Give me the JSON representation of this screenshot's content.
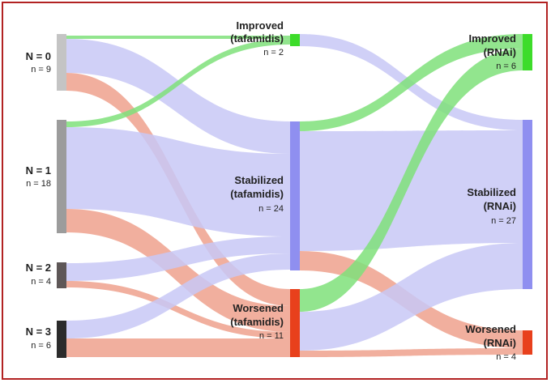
{
  "colors": {
    "improved": "#3ddc2a",
    "stabilized": "#8f8ff0",
    "worsened": "#e8401c",
    "flow_improved": "#7fe07a",
    "flow_stabilized": "#c8c8f6",
    "flow_worsened": "#ee9b86",
    "frame": "#b22222",
    "node_n0": "#c4c4c4",
    "node_n1": "#9c9c9c",
    "node_n2": "#5e5757",
    "node_n3": "#2b2b2b"
  },
  "nodes": {
    "n0": {
      "title": "N = 0",
      "count": "n = 9",
      "value": 9
    },
    "n1": {
      "title": "N = 1",
      "count": "n = 18",
      "value": 18
    },
    "n2": {
      "title": "N = 2",
      "count": "n = 4",
      "value": 4
    },
    "n3": {
      "title": "N = 3",
      "count": "n = 6",
      "value": 6
    },
    "t_improved": {
      "line1": "Improved",
      "line2": "(tafamidis)",
      "count": "n = 2",
      "value": 2
    },
    "t_stabilized": {
      "line1": "Stabilized",
      "line2": "(tafamidis)",
      "count": "n = 24",
      "value": 24
    },
    "t_worsened": {
      "line1": "Worsened",
      "line2": "(tafamidis)",
      "count": "n = 11",
      "value": 11
    },
    "r_improved": {
      "line1": "Improved",
      "line2": "(RNAi)",
      "count": "n = 6",
      "value": 6
    },
    "r_stabilized": {
      "line1": "Stabilized",
      "line2": "(RNAi)",
      "count": "n = 27",
      "value": 27
    },
    "r_worsened": {
      "line1": "Worsened",
      "line2": "(RNAi)",
      "count": "n = 4",
      "value": 4
    }
  }
}
